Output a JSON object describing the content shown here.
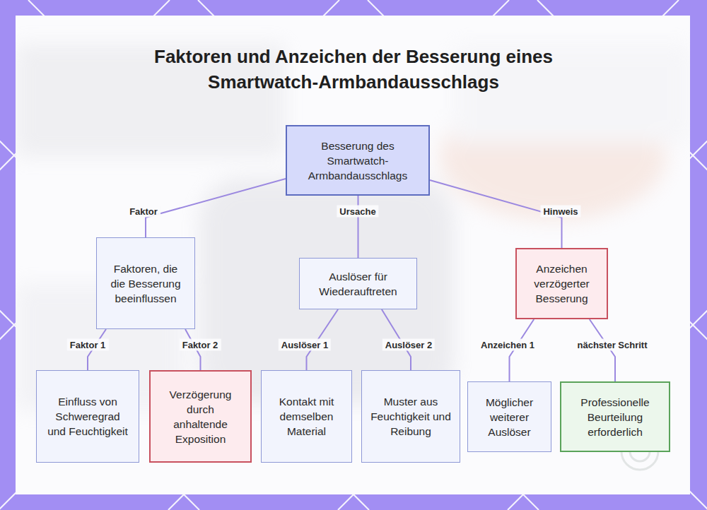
{
  "diagram": {
    "title": "Faktoren und Anzeichen der Besserung eines Smartwatch-Armbandausschlags",
    "nodes": [
      {
        "text": [
          "Besserung des Smartwatch-Armbandausschlags"
        ]
      },
      {
        "text": [
          "Faktoren, die die Besserung beeinflussen"
        ]
      },
      {
        "text": [
          "Auslöser für Wiederauftreten"
        ]
      },
      {
        "text": [
          "Anzeichen verzögerter Besserung"
        ]
      },
      {
        "text": [
          "Einfluss von Schweregrad und Feuchtigkeit"
        ]
      },
      {
        "text": [
          "Verzögerung durch anhaltende Exposition"
        ]
      },
      {
        "text": [
          "Kontakt mit demselben Material"
        ]
      },
      {
        "text": [
          "Muster aus Feuchtigkeit und Reibung"
        ]
      },
      {
        "text": [
          "Möglicher weiterer Auslöser"
        ]
      },
      {
        "text": [
          "Professionelle Beurteilung erforderlich"
        ]
      }
    ],
    "edges": [
      {
        "from": 0,
        "to": 1,
        "label": "Faktor",
        "arrow": "none"
      },
      {
        "from": 0,
        "to": 2,
        "label": "Ursache",
        "arrow": "none"
      },
      {
        "from": 0,
        "to": 3,
        "label": "Hinweis",
        "arrow": "none"
      },
      {
        "from": 1,
        "to": 4,
        "label": "Faktor 1",
        "arrow": "none"
      },
      {
        "from": 1,
        "to": 5,
        "label": "Faktor 2",
        "arrow": "none"
      },
      {
        "from": 2,
        "to": 6,
        "label": "Auslöser 1",
        "arrow": "none"
      },
      {
        "from": 2,
        "to": 7,
        "label": "Auslöser 2",
        "arrow": "none"
      },
      {
        "from": 3,
        "to": 8,
        "label": "Anzeichen 1",
        "arrow": "none"
      },
      {
        "from": 3,
        "to": 9,
        "label": "nächster Schritt",
        "arrow": "none"
      }
    ]
  }
}
